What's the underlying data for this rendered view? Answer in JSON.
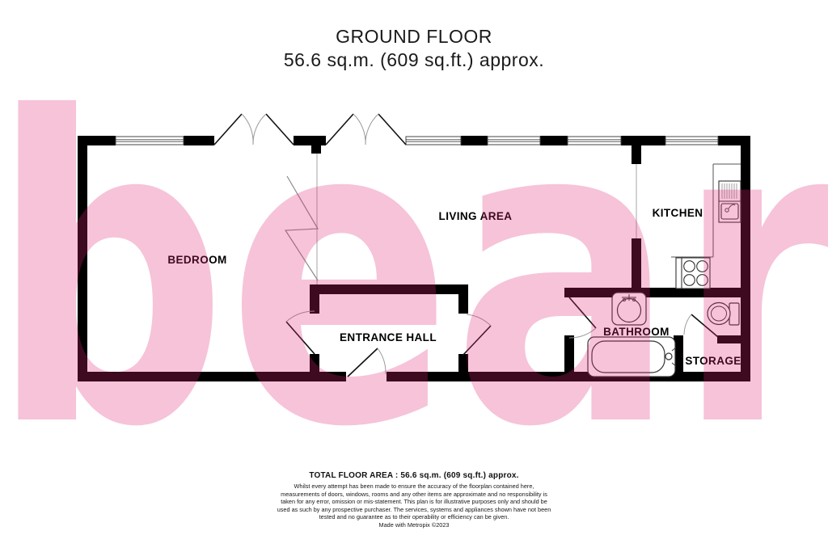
{
  "title": {
    "line1": "GROUND FLOOR",
    "line2": "56.6 sq.m. (609 sq.ft.) approx."
  },
  "rooms": [
    {
      "id": "bedroom",
      "label": "BEDROOM"
    },
    {
      "id": "living-area",
      "label": "LIVING AREA"
    },
    {
      "id": "kitchen",
      "label": "KITCHEN"
    },
    {
      "id": "entrance-hall",
      "label": "ENTRANCE HALL"
    },
    {
      "id": "bathroom",
      "label": "BATHROOM"
    },
    {
      "id": "storage",
      "label": "STORAGE"
    }
  ],
  "fixtures": [
    "french-doors-icon",
    "window-icon",
    "door-icon",
    "bathtub-icon",
    "bathroom-sink-icon",
    "toilet-icon",
    "kitchen-sink-icon",
    "hob-icon",
    "open-plan-divider-zigzag-icon",
    "kitchen-counter-icon"
  ],
  "watermark": {
    "text": "bear",
    "color": "#de2474",
    "opacity": "0.275"
  },
  "colors": {
    "wall": "#000000",
    "pink_tint_over_white": "#f6c3d7",
    "pink_tint_over_wall": "#3d0a20",
    "thin_line_gray": "#b5b5b5",
    "fixture_line": "#333333"
  },
  "footer": {
    "total_area": "TOTAL FLOOR AREA : 56.6 sq.m. (609 sq.ft.) approx.",
    "disclaimer": "Whilst every attempt has been made to ensure the accuracy of the floorplan contained here, measurements of doors, windows, rooms and any other items are approximate and no responsibility is taken for any error, omission or mis-statement. This plan is for illustrative purposes only and should be used as such by any prospective purchaser. The services, systems and appliances shown have not been tested and no guarantee as to their operability or efficiency can be given.",
    "credit": "Made with Metropix ©2023"
  }
}
